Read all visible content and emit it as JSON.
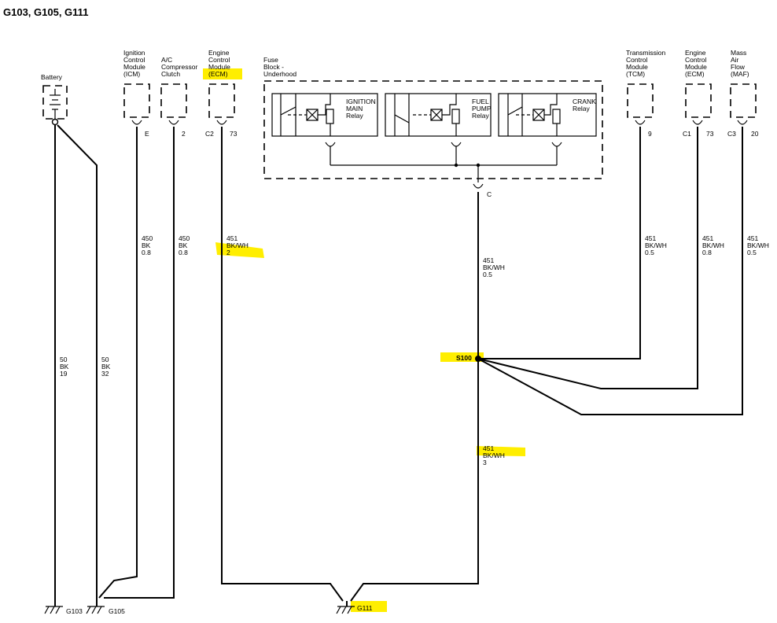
{
  "title": "G103, G105, G111",
  "battery": {
    "label": "Battery"
  },
  "components": {
    "icm": {
      "lines": [
        "Ignition",
        "Control",
        "Module",
        "(ICM)"
      ],
      "pin": "E"
    },
    "ac": {
      "lines": [
        "A/C",
        "Compressor",
        "Clutch"
      ],
      "pin": "2"
    },
    "ecm1": {
      "lines": [
        "Engine",
        "Control",
        "Module",
        "(ECM)"
      ],
      "connector": "C2",
      "pin": "73"
    },
    "fuse": {
      "lines": [
        "Fuse",
        "Block -",
        "Underhood"
      ],
      "pin": "C"
    },
    "tcm": {
      "lines": [
        "Transmission",
        "Control",
        "Module",
        "(TCM)"
      ],
      "pin": "9"
    },
    "ecm2": {
      "lines": [
        "Engine",
        "Control",
        "Module",
        "(ECM)"
      ],
      "connector": "C1",
      "pin": "73"
    },
    "maf": {
      "lines": [
        "Mass",
        "Air",
        "Flow",
        "(MAF)"
      ],
      "connector": "C3",
      "pin": "20"
    }
  },
  "relays": {
    "ignition": {
      "lines": [
        "IGNITION",
        "MAIN",
        "Relay"
      ]
    },
    "fuel": {
      "lines": [
        "FUEL",
        "PUMP",
        "Relay"
      ]
    },
    "crank": {
      "lines": [
        "CRANK",
        "Relay"
      ]
    }
  },
  "wires": {
    "bat1": {
      "lines": [
        "50",
        "BK",
        "19"
      ]
    },
    "bat2": {
      "lines": [
        "50",
        "BK",
        "32"
      ]
    },
    "icm": {
      "lines": [
        "450",
        "BK",
        "0.8"
      ]
    },
    "ac": {
      "lines": [
        "450",
        "BK",
        "0.8"
      ]
    },
    "ecm1": {
      "lines": [
        "451",
        "BK/WH",
        "2"
      ]
    },
    "fuse": {
      "lines": [
        "451",
        "BK/WH",
        "0.5"
      ]
    },
    "tcm": {
      "lines": [
        "451",
        "BK/WH",
        "0.5"
      ]
    },
    "ecm2": {
      "lines": [
        "451",
        "BK/WH",
        "0.8"
      ]
    },
    "maf": {
      "lines": [
        "451",
        "BK/WH",
        "0.5"
      ]
    },
    "s100": {
      "lines": [
        "451",
        "BK/WH",
        "3"
      ]
    }
  },
  "splice": {
    "label": "S100"
  },
  "grounds": {
    "g103": "G103",
    "g105": "G105",
    "g111": "G111"
  },
  "colors": {
    "highlight": "#ffee00",
    "line": "#000000"
  }
}
